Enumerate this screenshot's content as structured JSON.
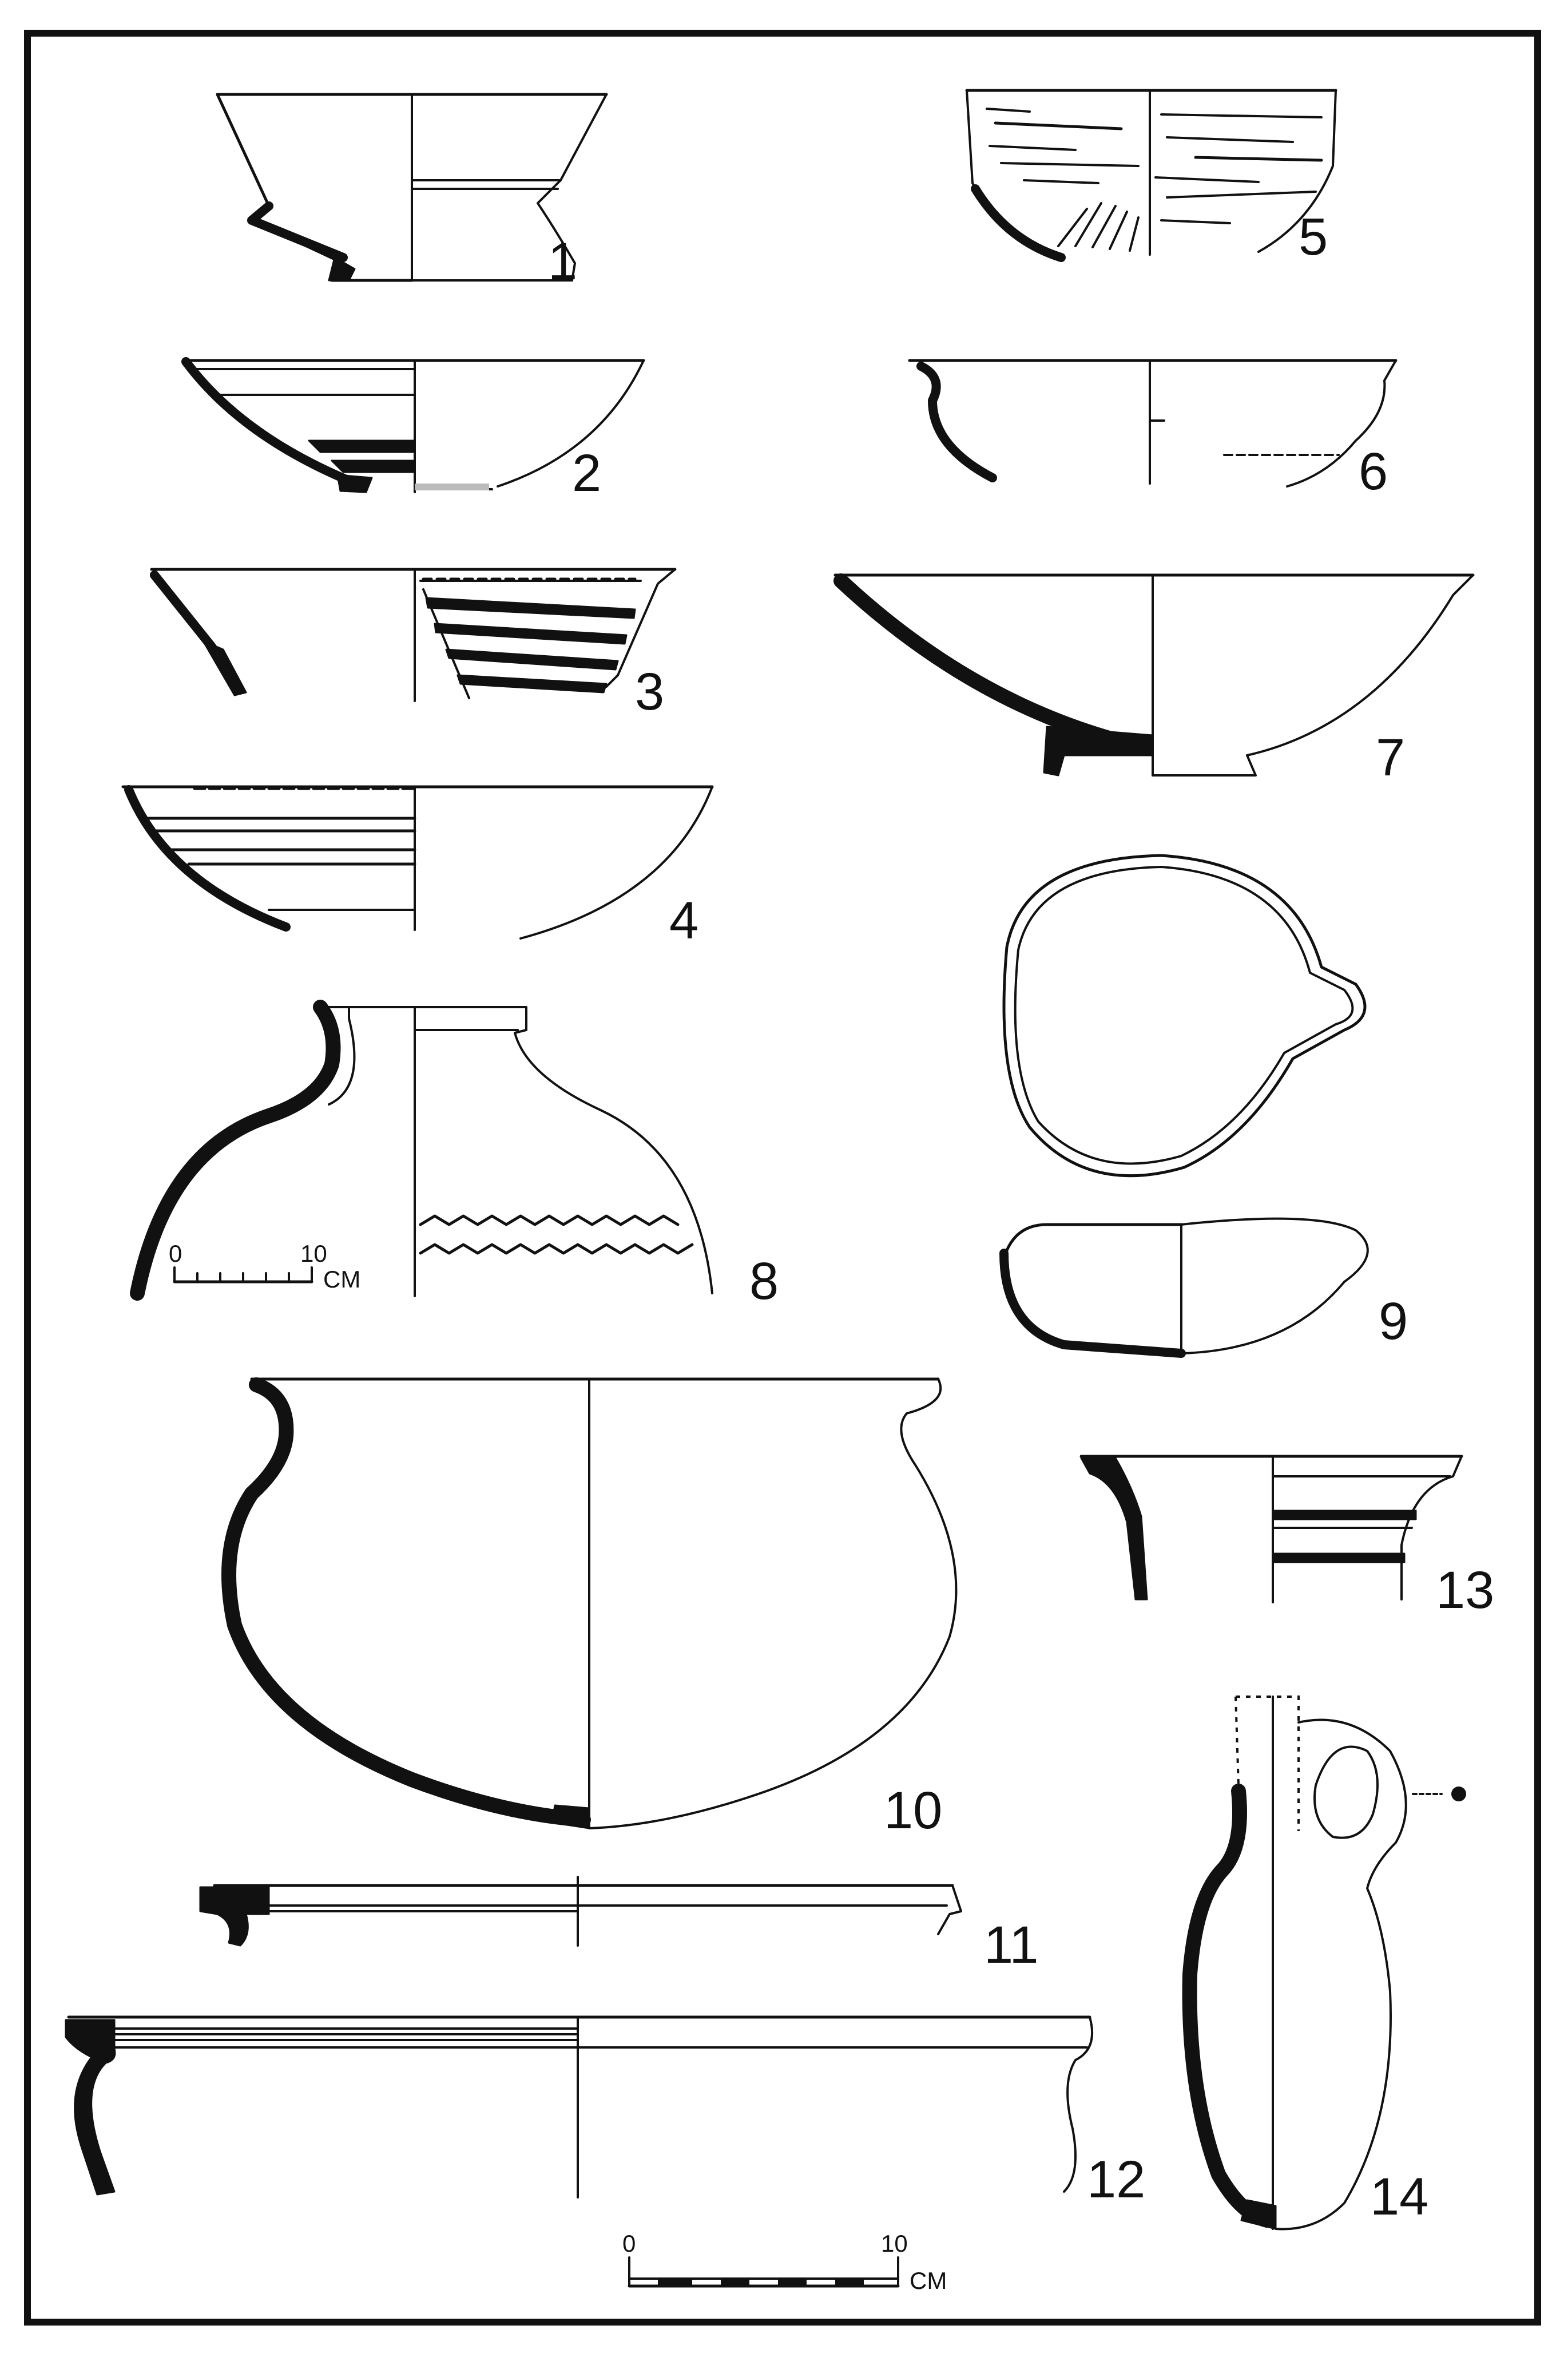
{
  "figures": [
    {
      "id": "vessel-1",
      "label": "1"
    },
    {
      "id": "vessel-2",
      "label": "2"
    },
    {
      "id": "vessel-3",
      "label": "3"
    },
    {
      "id": "vessel-4",
      "label": "4"
    },
    {
      "id": "vessel-5",
      "label": "5"
    },
    {
      "id": "vessel-6",
      "label": "6"
    },
    {
      "id": "vessel-7",
      "label": "7"
    },
    {
      "id": "vessel-8",
      "label": "8"
    },
    {
      "id": "vessel-9",
      "label": "9"
    },
    {
      "id": "vessel-10",
      "label": "10"
    },
    {
      "id": "vessel-11",
      "label": "11"
    },
    {
      "id": "vessel-12",
      "label": "12"
    },
    {
      "id": "vessel-13",
      "label": "13"
    },
    {
      "id": "vessel-14",
      "label": "14"
    }
  ],
  "scale_small": {
    "start": "0",
    "end": "10",
    "unit": "CM"
  },
  "scale_main": {
    "start": "0",
    "end": "10",
    "unit": "CM"
  },
  "colors": {
    "ink": "#111111",
    "paper": "#ffffff"
  }
}
